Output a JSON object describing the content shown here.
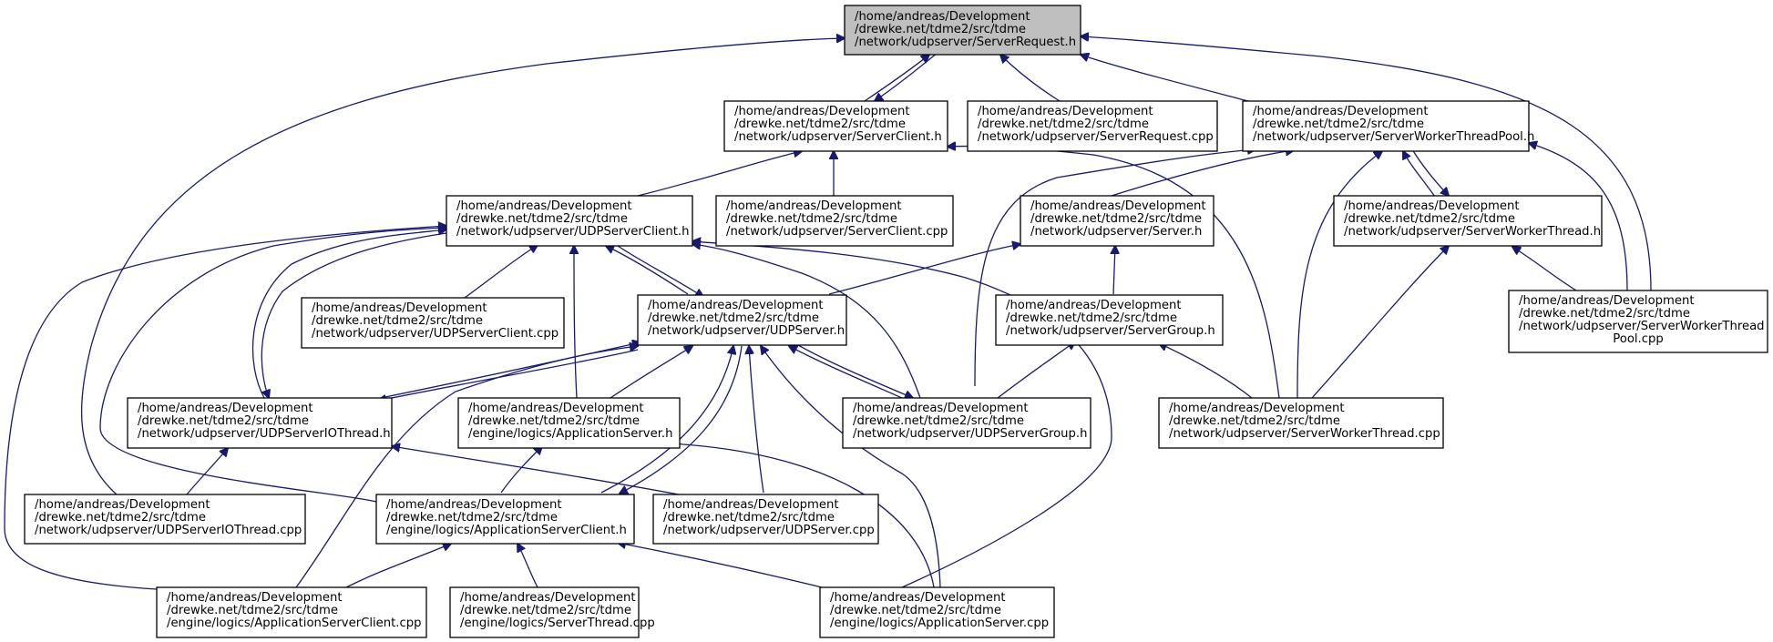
{
  "colors": {
    "edge": "#191970",
    "root_fill": "#bfbfbf",
    "node_fill": "#ffffff"
  },
  "nodes": [
    {
      "id": "serverrequest_h",
      "lines": [
        "/home/andreas/Development",
        "/drewke.net/tdme2/src/tdme",
        "/network/udpserver/ServerRequest.h"
      ]
    },
    {
      "id": "serverclient_h",
      "lines": [
        "/home/andreas/Development",
        "/drewke.net/tdme2/src/tdme",
        "/network/udpserver/ServerClient.h"
      ]
    },
    {
      "id": "serverrequest_cpp",
      "lines": [
        "/home/andreas/Development",
        "/drewke.net/tdme2/src/tdme",
        "/network/udpserver/ServerRequest.cpp"
      ]
    },
    {
      "id": "serverworkerthreadpool_h",
      "lines": [
        "/home/andreas/Development",
        "/drewke.net/tdme2/src/tdme",
        "/network/udpserver/ServerWorkerThreadPool.h"
      ]
    },
    {
      "id": "udpserverclient_h",
      "lines": [
        "/home/andreas/Development",
        "/drewke.net/tdme2/src/tdme",
        "/network/udpserver/UDPServerClient.h"
      ]
    },
    {
      "id": "serverclient_cpp",
      "lines": [
        "/home/andreas/Development",
        "/drewke.net/tdme2/src/tdme",
        "/network/udpserver/ServerClient.cpp"
      ]
    },
    {
      "id": "server_h",
      "lines": [
        "/home/andreas/Development",
        "/drewke.net/tdme2/src/tdme",
        "/network/udpserver/Server.h"
      ]
    },
    {
      "id": "serverworkerthread_h",
      "lines": [
        "/home/andreas/Development",
        "/drewke.net/tdme2/src/tdme",
        "/network/udpserver/ServerWorkerThread.h"
      ]
    },
    {
      "id": "udpserverclient_cpp",
      "lines": [
        "/home/andreas/Development",
        "/drewke.net/tdme2/src/tdme",
        "/network/udpserver/UDPServerClient.cpp"
      ]
    },
    {
      "id": "udpserver_h",
      "lines": [
        "/home/andreas/Development",
        "/drewke.net/tdme2/src/tdme",
        "/network/udpserver/UDPServer.h"
      ]
    },
    {
      "id": "servergroup_h",
      "lines": [
        "/home/andreas/Development",
        "/drewke.net/tdme2/src/tdme",
        "/network/udpserver/ServerGroup.h"
      ]
    },
    {
      "id": "serverworkerthreadpool_cpp",
      "lines": [
        "/home/andreas/Development",
        "/drewke.net/tdme2/src/tdme",
        "/network/udpserver/ServerWorkerThread",
        "Pool.cpp"
      ]
    },
    {
      "id": "udpserveriothread_h",
      "lines": [
        "/home/andreas/Development",
        "/drewke.net/tdme2/src/tdme",
        "/network/udpserver/UDPServerIOThread.h"
      ]
    },
    {
      "id": "applicationserver_h",
      "lines": [
        "/home/andreas/Development",
        "/drewke.net/tdme2/src/tdme",
        "/engine/logics/ApplicationServer.h"
      ]
    },
    {
      "id": "udpservergroup_h",
      "lines": [
        "/home/andreas/Development",
        "/drewke.net/tdme2/src/tdme",
        "/network/udpserver/UDPServerGroup.h"
      ]
    },
    {
      "id": "serverworkerthread_cpp",
      "lines": [
        "/home/andreas/Development",
        "/drewke.net/tdme2/src/tdme",
        "/network/udpserver/ServerWorkerThread.cpp"
      ]
    },
    {
      "id": "udpserveriothread_cpp",
      "lines": [
        "/home/andreas/Development",
        "/drewke.net/tdme2/src/tdme",
        "/network/udpserver/UDPServerIOThread.cpp"
      ]
    },
    {
      "id": "applicationserverclient_h",
      "lines": [
        "/home/andreas/Development",
        "/drewke.net/tdme2/src/tdme",
        "/engine/logics/ApplicationServerClient.h"
      ]
    },
    {
      "id": "udpserver_cpp",
      "lines": [
        "/home/andreas/Development",
        "/drewke.net/tdme2/src/tdme",
        "/network/udpserver/UDPServer.cpp"
      ]
    },
    {
      "id": "applicationserverclient_cpp",
      "lines": [
        "/home/andreas/Development",
        "/drewke.net/tdme2/src/tdme",
        "/engine/logics/ApplicationServerClient.cpp"
      ]
    },
    {
      "id": "serverthread_cpp",
      "lines": [
        "/home/andreas/Development",
        "/drewke.net/tdme2/src/tdme",
        "/engine/logics/ServerThread.cpp"
      ]
    },
    {
      "id": "applicationserver_cpp",
      "lines": [
        "/home/andreas/Development",
        "/drewke.net/tdme2/src/tdme",
        "/engine/logics/ApplicationServer.cpp"
      ]
    }
  ]
}
